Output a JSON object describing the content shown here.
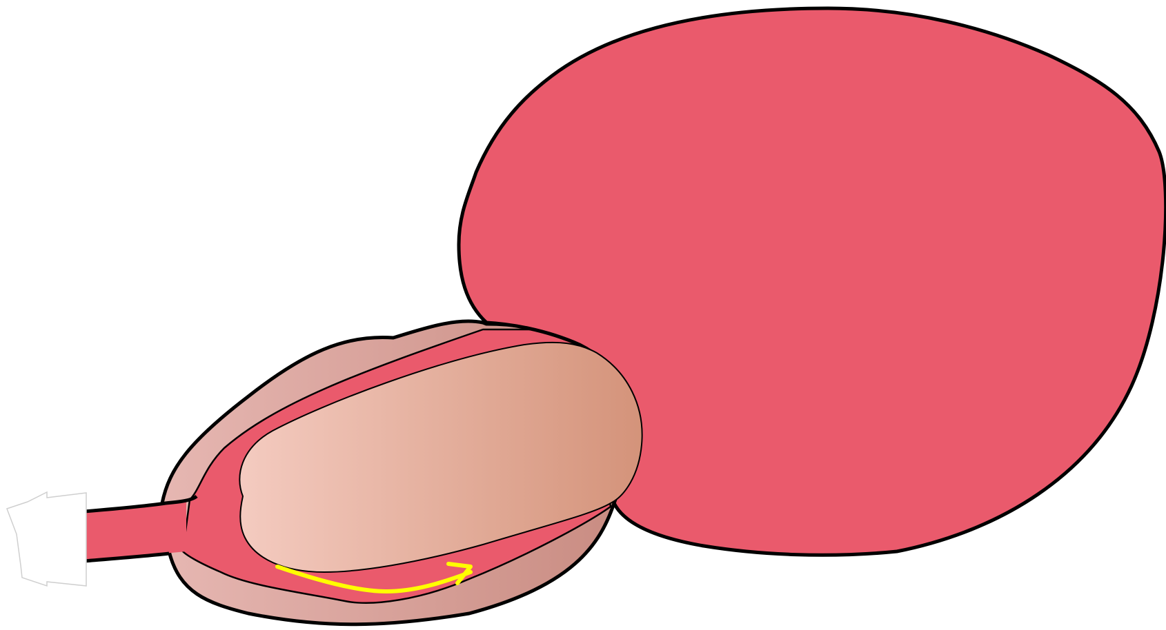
{
  "diagram": {
    "colors": {
      "background": "#ffffff",
      "outline": "#000000",
      "large_chamber_fill": "#ea5a6c",
      "duct_fill": "#ea5a6c",
      "outer_sac_light": "#e6b7b2",
      "outer_sac_dark": "#c98c82",
      "inner_mass_light": "#f4cbc0",
      "inner_mass_dark": "#d4937a",
      "arrow": "#ffff00"
    },
    "components": [
      {
        "id": "large-chamber",
        "shape": "rounded-blob",
        "fill_key": "large_chamber_fill"
      },
      {
        "id": "outer-sac",
        "shape": "elongated-oval",
        "fill_key": "outer_sac"
      },
      {
        "id": "lumen",
        "shape": "tapering-channel",
        "fill_key": "duct_fill"
      },
      {
        "id": "inner-mass",
        "shape": "oval",
        "fill_key": "inner_mass"
      },
      {
        "id": "duct",
        "shape": "tube",
        "fill_key": "duct_fill"
      },
      {
        "id": "cut-end",
        "shape": "torn-edge",
        "fill_key": "background"
      },
      {
        "id": "flow-arrow",
        "shape": "curved-arrow",
        "fill_key": "arrow"
      }
    ]
  }
}
